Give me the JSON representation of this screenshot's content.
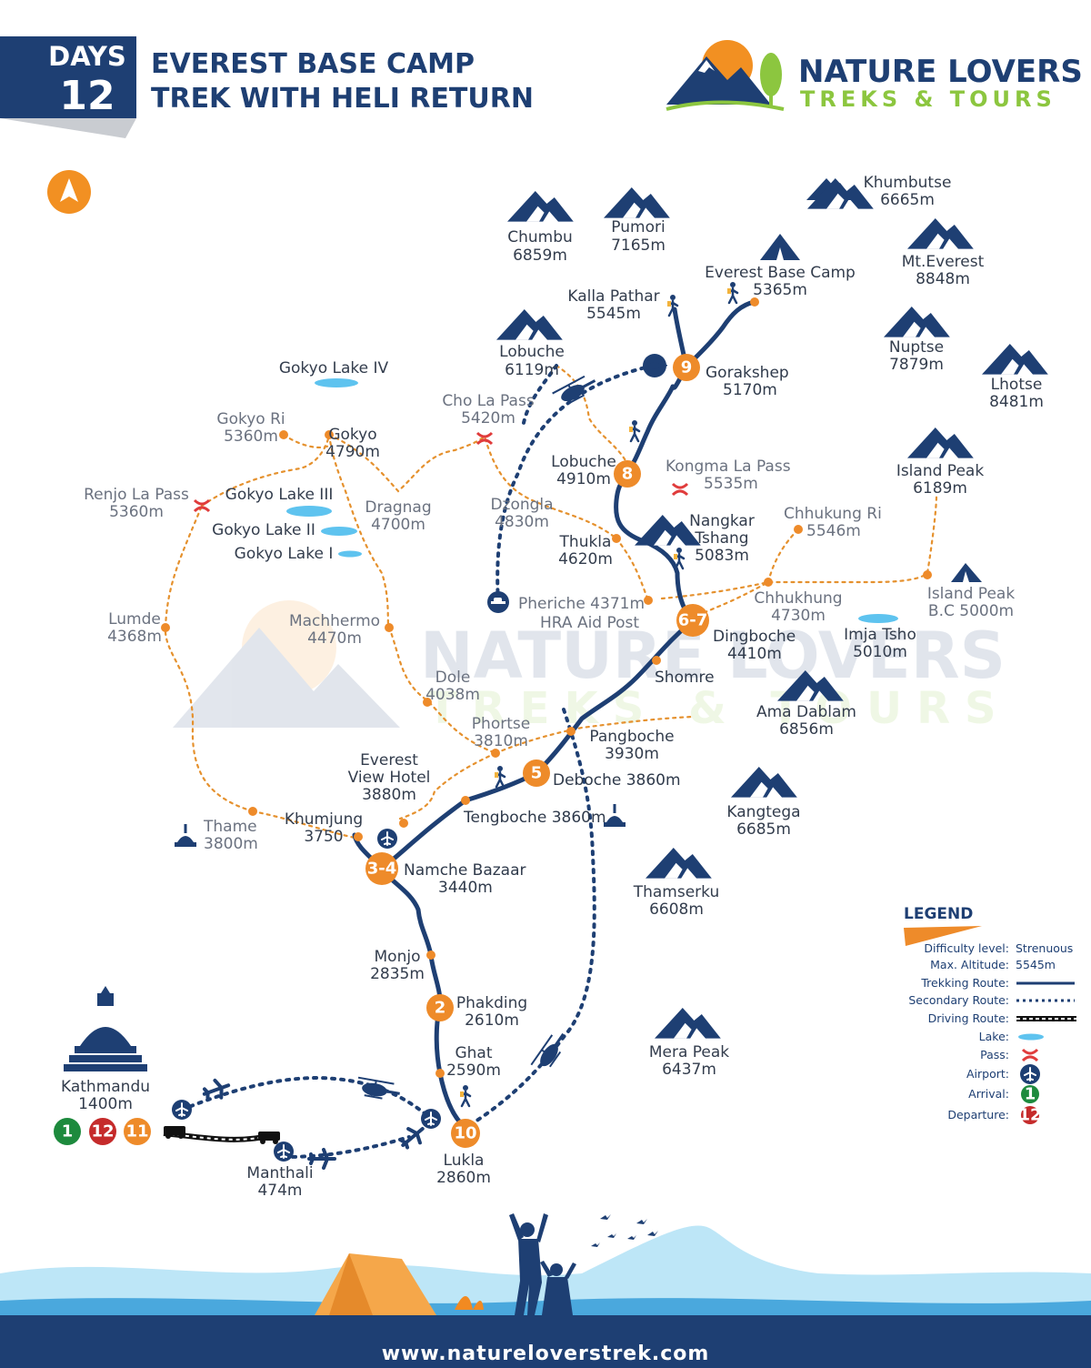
{
  "header": {
    "days_label": "DAYS",
    "days_number": "12",
    "title_line1": "EVEREST BASE CAMP",
    "title_line2": "TREK WITH HELI RETURN"
  },
  "brand": {
    "name_line1": "NATURE LOVERS",
    "name_line2": "TREKS & TOURS",
    "watermark_line1": "NATURE LOVERS",
    "watermark_line2": "TREKS & TOURS",
    "primary_color": "#1e3f73",
    "secondary_color": "#8cc63f",
    "accent_color": "#ee8b2a"
  },
  "footer": {
    "url": "www.natureloverstrek.com"
  },
  "north_icon": "north-arrow-icon",
  "peaks": {
    "khumbutse": [
      "Khumbutse",
      "6665m"
    ],
    "chumbu": [
      "Chumbu",
      "6859m"
    ],
    "pumori": [
      "Pumori",
      "7165m"
    ],
    "everest": [
      "Mt.Everest",
      "8848m"
    ],
    "lobuche_peak": [
      "Lobuche",
      "6119m"
    ],
    "nuptse": [
      "Nuptse",
      "7879m"
    ],
    "lhotse": [
      "Lhotse",
      "8481m"
    ],
    "island_peak": [
      "Island Peak",
      "6189m"
    ],
    "nangkar": [
      "Nangkar",
      "Tshang",
      "5083m"
    ],
    "ama_dablam": [
      "Ama Dablam",
      "6856m"
    ],
    "kangtega": [
      "Kangtega",
      "6685m"
    ],
    "thamserku": [
      "Thamserku",
      "6608m"
    ],
    "mera": [
      "Mera Peak",
      "6437m"
    ]
  },
  "places": {
    "ebc": [
      "Everest Base Camp",
      "5365m"
    ],
    "kalla_pathar": [
      "Kalla Pathar",
      "5545m"
    ],
    "gorakshep": [
      "Gorakshep",
      "5170m"
    ],
    "lobuche": [
      "Lobuche",
      "4910m"
    ],
    "kongma": [
      "Kongma La Pass",
      "5535m"
    ],
    "cho_la": [
      "Cho La Pass",
      "5420m"
    ],
    "dzongla": [
      "Dzongla",
      "4830m"
    ],
    "thukla": [
      "Thukla",
      "4620m"
    ],
    "chhukung_ri": [
      "Chhukung Ri",
      "5546m"
    ],
    "chhukhung": [
      "Chhukhung",
      "4730m"
    ],
    "island_bc": [
      "Island Peak",
      "B.C 5000m"
    ],
    "imja": [
      "Imja Tsho",
      "5010m"
    ],
    "pheriche": [
      "Pheriche 4371m",
      "HRA Aid Post"
    ],
    "dingboche": [
      "Dingboche",
      "4410m"
    ],
    "shomre": "Shomre",
    "pangboche": [
      "Pangboche",
      "3930m"
    ],
    "phortse": [
      "Phortse",
      "3810m"
    ],
    "deboche": "Deboche 3860m",
    "tengboche": "Tengboche 3860m",
    "everest_view": [
      "Everest",
      "View Hotel",
      "3880m"
    ],
    "khumjung": [
      "Khumjung",
      "3750"
    ],
    "thame": [
      "Thame",
      "3800m"
    ],
    "namche": [
      "Namche Bazaar",
      "3440m"
    ],
    "monjo": [
      "Monjo",
      "2835m"
    ],
    "phakding": [
      "Phakding",
      "2610m"
    ],
    "ghat": [
      "Ghat",
      "2590m"
    ],
    "lukla": [
      "Lukla",
      "2860m"
    ],
    "manthali": [
      "Manthali",
      "474m"
    ],
    "kathmandu": [
      "Kathmandu",
      "1400m"
    ],
    "gokyo_lake4": "Gokyo Lake IV",
    "gokyo_ri": [
      "Gokyo Ri",
      "5360m"
    ],
    "gokyo": [
      "Gokyo",
      "4790m"
    ],
    "renjo": [
      "Renjo La Pass",
      "5360m"
    ],
    "gokyo_lake3": "Gokyo Lake III",
    "gokyo_lake2": "Gokyo Lake II",
    "gokyo_lake1": "Gokyo Lake I",
    "dragnag": [
      "Dragnag",
      "4700m"
    ],
    "lumde": [
      "Lumde",
      "4368m"
    ],
    "machhermo": [
      "Machhermo",
      "4470m"
    ],
    "dole": [
      "Dole",
      "4038m"
    ]
  },
  "days": {
    "d2": "2",
    "d34": "3-4",
    "d5": "5",
    "d67": "6-7",
    "d8": "8",
    "d9": "9",
    "d10": "10",
    "kathmandu_days": [
      "1",
      "12",
      "11"
    ]
  },
  "legend": {
    "title": "LEGEND",
    "difficulty_label": "Difficulty level:",
    "difficulty_value": "Strenuous",
    "altitude_label": "Max. Altitude:",
    "altitude_value": "5545m",
    "trekking": "Trekking Route:",
    "secondary": "Secondary Route:",
    "driving": "Driving Route:",
    "lake": "Lake:",
    "pass": "Pass:",
    "airport": "Airport:",
    "arrival": "Arrival:",
    "arrival_value": "1",
    "departure": "Departure:",
    "departure_value": "12"
  }
}
